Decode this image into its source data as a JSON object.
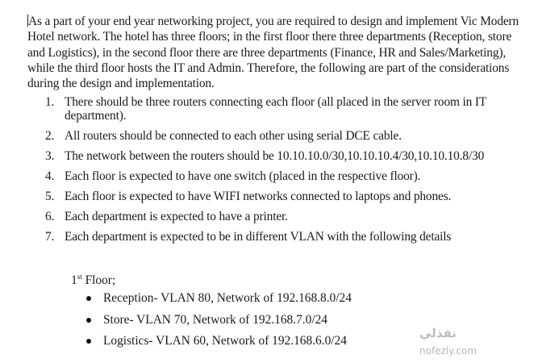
{
  "intro": "As a part of your end year networking project, you are required to design and implement Vic Modern Hotel network. The hotel has three floors; in the first floor there three departments (Reception, store and Logistics), in the second floor there are three departments (Finance, HR and Sales/Marketing), while the third floor hosts the IT and Admin. Therefore, the following are part of the considerations during the design and implementation.",
  "requirements": [
    {
      "num": "1.",
      "text": "There should be three routers connecting each floor (all placed in the server room in IT department)."
    },
    {
      "num": "2.",
      "text": "All routers should be connected to each other using serial DCE cable."
    },
    {
      "num": "3.",
      "text": "The network between the routers should be 10.10.10.0/30,10.10.10.4/30,10.10.10.8/30"
    },
    {
      "num": "4.",
      "text": "Each floor is expected to have one switch (placed in the respective floor)."
    },
    {
      "num": "5.",
      "text": "Each floor is expected to have WIFI networks connected to laptops and phones."
    },
    {
      "num": "6.",
      "text": "Each department is expected to have a printer."
    },
    {
      "num": "7.",
      "text": "Each department is expected to be in different VLAN with the following details"
    }
  ],
  "floor": {
    "num": "1",
    "suffix": "st",
    "label": " Floor;"
  },
  "vlans": [
    "Reception- VLAN 80, Network of 192.168.8.0/24",
    "Store- VLAN 70, Network of 192.168.7.0/24",
    "Logistics- VLAN 60, Network of 192.168.6.0/24"
  ],
  "watermark": {
    "arabic": "نفذلي",
    "site": "nofezly.com"
  }
}
